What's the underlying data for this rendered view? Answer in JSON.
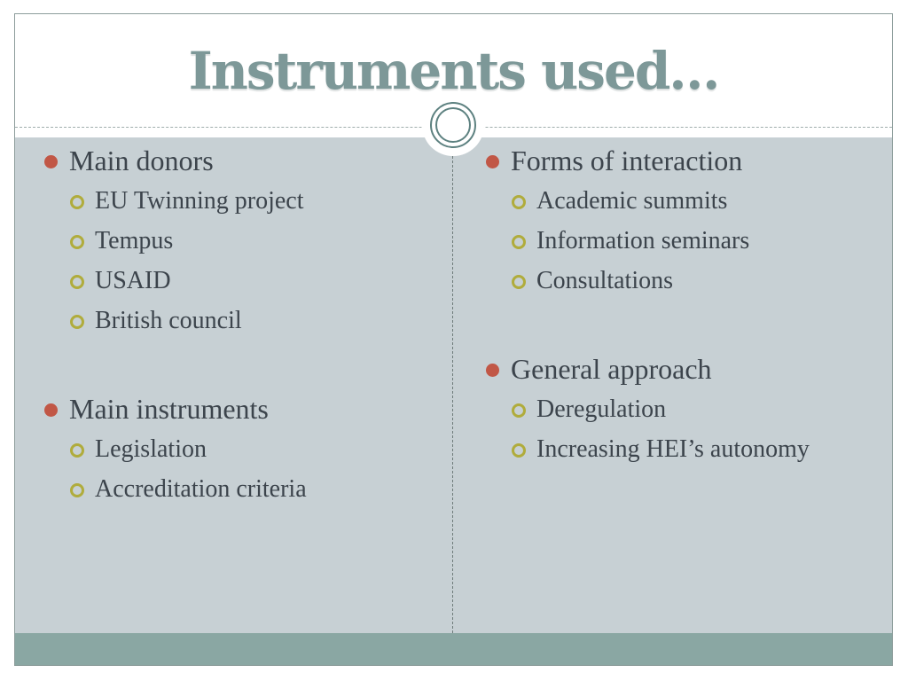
{
  "slide": {
    "title": "Instruments used…",
    "left_column": {
      "group1": {
        "heading": "Main donors",
        "items": [
          "EU Twinning project",
          "Tempus",
          "USAID",
          "British council"
        ]
      },
      "group2": {
        "heading": "Main instruments",
        "items": [
          "Legislation",
          "Accreditation criteria"
        ]
      }
    },
    "right_column": {
      "group1": {
        "heading": "Forms of interaction",
        "items": [
          "Academic summits",
          "Information seminars",
          "Consultations"
        ]
      },
      "group2": {
        "heading": "General approach",
        "items": [
          "Deregulation",
          "Increasing HEI’s autonomy"
        ]
      }
    },
    "colors": {
      "title_text": "#7d9898",
      "body_text": "#3c444c",
      "content_background": "#c7d0d4",
      "footer_band": "#8aa7a3",
      "level1_bullet": "#c15746",
      "level2_bullet_ring": "#b0ac3c",
      "ornament_ring": "#5d8180"
    }
  }
}
